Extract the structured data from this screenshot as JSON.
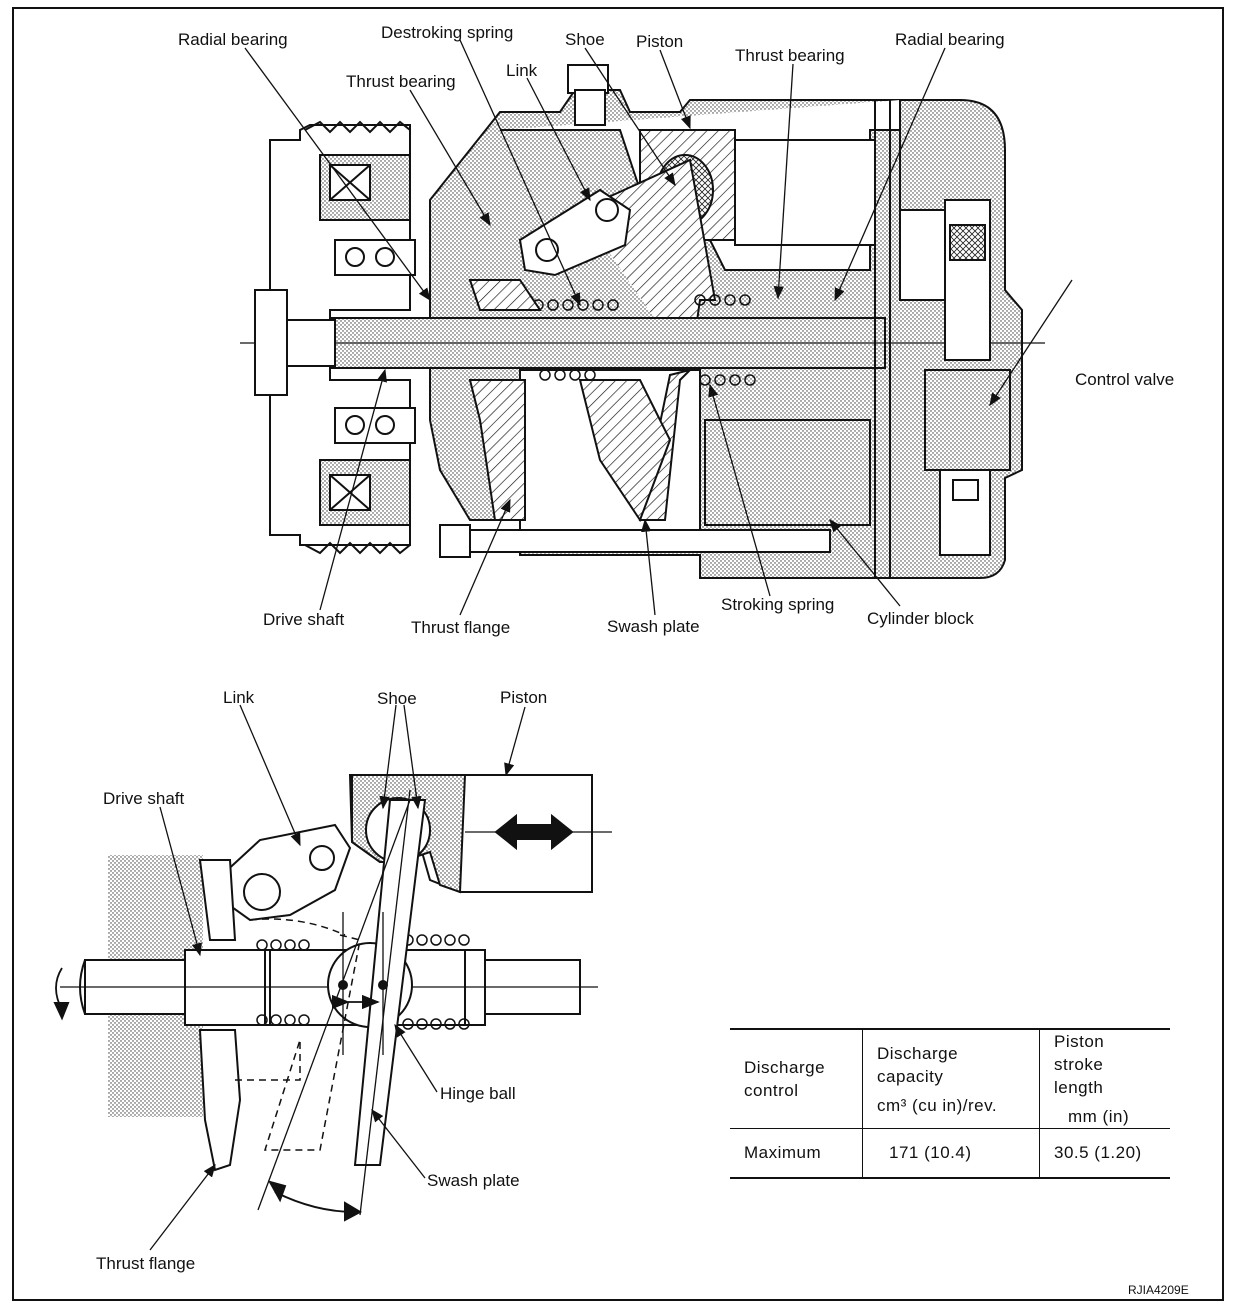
{
  "top_labels": {
    "radial_bearing_left": "Radial bearing",
    "destroking_spring": "Destroking spring",
    "shoe": "Shoe",
    "piston": "Piston",
    "thrust_bearing_right": "Thrust bearing",
    "radial_bearing_right": "Radial bearing",
    "link": "Link",
    "thrust_bearing_left": "Thrust bearing",
    "control_valve": "Control valve",
    "drive_shaft": "Drive shaft",
    "thrust_flange": "Thrust flange",
    "swash_plate": "Swash plate",
    "stroking_spring": "Stroking spring",
    "cylinder_block": "Cylinder block"
  },
  "bottom_labels": {
    "link": "Link",
    "shoe": "Shoe",
    "piston": "Piston",
    "drive_shaft": "Drive shaft",
    "hinge_ball": "Hinge ball",
    "swash_plate": "Swash plate",
    "thrust_flange": "Thrust flange"
  },
  "spec_table": {
    "headers": {
      "col1": [
        "Discharge",
        "control"
      ],
      "col2": [
        "Discharge",
        "capacity"
      ],
      "col2_unit": "cm³ (cu in)/rev.",
      "col3": [
        "Piston stroke",
        "length"
      ],
      "col3_unit": "mm (in)"
    },
    "row": {
      "control": "Maximum",
      "capacity": "171 (10.4)",
      "stroke": "30.5 (1.20)"
    }
  },
  "doc_code": "RJIA4209E"
}
